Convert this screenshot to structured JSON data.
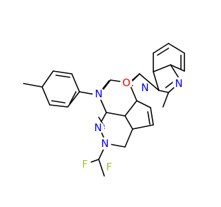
{
  "molecule": {
    "atoms": [
      {
        "id": "N1",
        "label": "N",
        "color": "#0000ff"
      },
      {
        "id": "N2",
        "label": "N",
        "color": "#0000ff"
      },
      {
        "id": "N3",
        "label": "N",
        "color": "#0000ff"
      },
      {
        "id": "N4",
        "label": "N",
        "color": "#0000ff"
      },
      {
        "id": "N5",
        "label": "N",
        "color": "#0000ff"
      },
      {
        "id": "O1",
        "label": "O",
        "color": "#ff0000"
      },
      {
        "id": "F1",
        "label": "F",
        "color": "#9acd32"
      },
      {
        "id": "F2",
        "label": "F",
        "color": "#9acd32"
      }
    ]
  },
  "colors": {
    "bond": "#000000",
    "nitrogen": "#0000ff",
    "oxygen": "#ff0000",
    "fluorine": "#9acd32",
    "background": "#ffffff"
  }
}
